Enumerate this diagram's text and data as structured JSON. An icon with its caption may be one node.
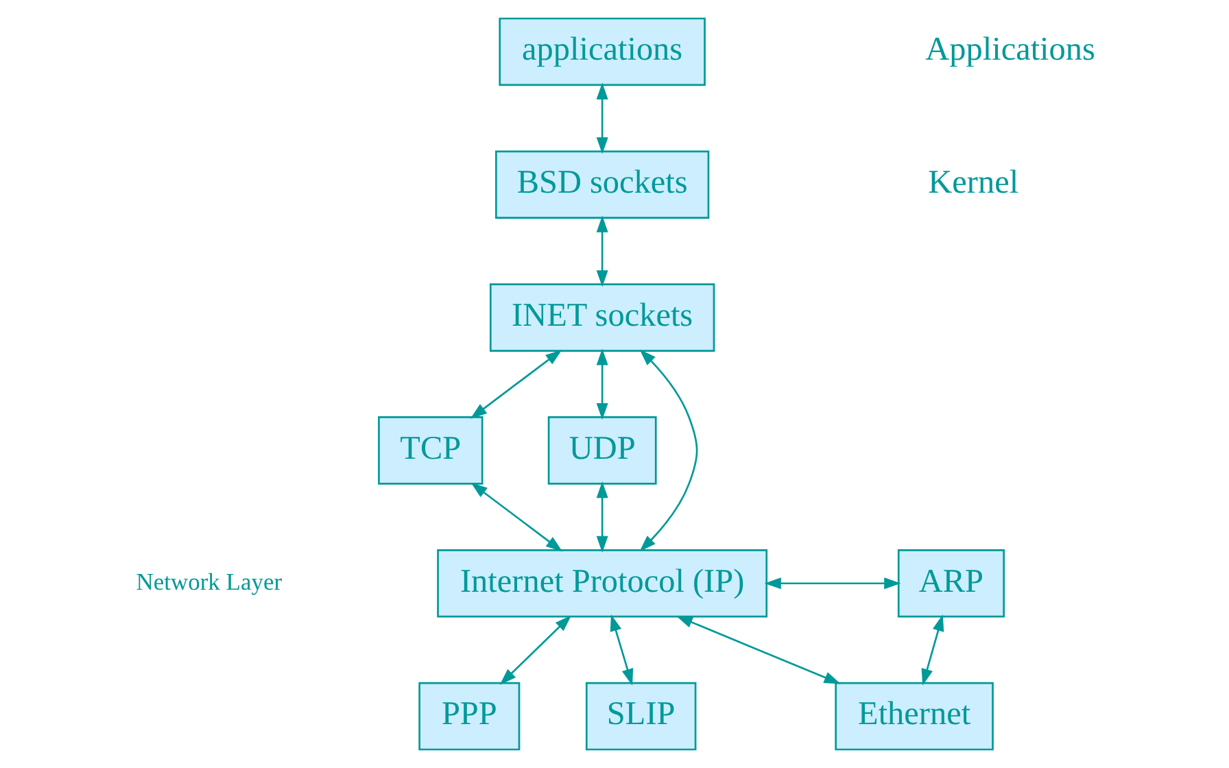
{
  "diagram": {
    "nodes": [
      {
        "text": [
          "applications"
        ]
      },
      {
        "text": [
          "BSD sockets"
        ]
      },
      {
        "text": [
          "INET sockets"
        ]
      },
      {
        "text": [
          "TCP"
        ]
      },
      {
        "text": [
          "UDP"
        ]
      },
      {
        "text": [
          "Internet Protocol (IP)"
        ]
      },
      {
        "text": [
          "ARP"
        ]
      },
      {
        "text": [
          "PPP"
        ]
      },
      {
        "text": [
          "SLIP"
        ]
      },
      {
        "text": [
          "Ethernet"
        ]
      }
    ],
    "edges": [
      {
        "from": 0,
        "to": 1,
        "arrow": "both"
      },
      {
        "from": 1,
        "to": 2,
        "arrow": "both"
      },
      {
        "from": 2,
        "to": 3,
        "arrow": "both"
      },
      {
        "from": 2,
        "to": 5,
        "arrow": "both"
      },
      {
        "from": 2,
        "to": 4,
        "arrow": "both"
      },
      {
        "from": 3,
        "to": 5,
        "arrow": "both"
      },
      {
        "from": 4,
        "to": 5,
        "arrow": "both"
      },
      {
        "from": 5,
        "to": 6,
        "arrow": "both"
      },
      {
        "from": 5,
        "to": 7,
        "arrow": "both"
      },
      {
        "from": 5,
        "to": 8,
        "arrow": "both"
      },
      {
        "from": 5,
        "to": 9,
        "arrow": "both"
      },
      {
        "from": 9,
        "to": 6,
        "arrow": "both"
      }
    ],
    "labels": [
      "Applications",
      "Kernel",
      "Network Layer"
    ]
  }
}
